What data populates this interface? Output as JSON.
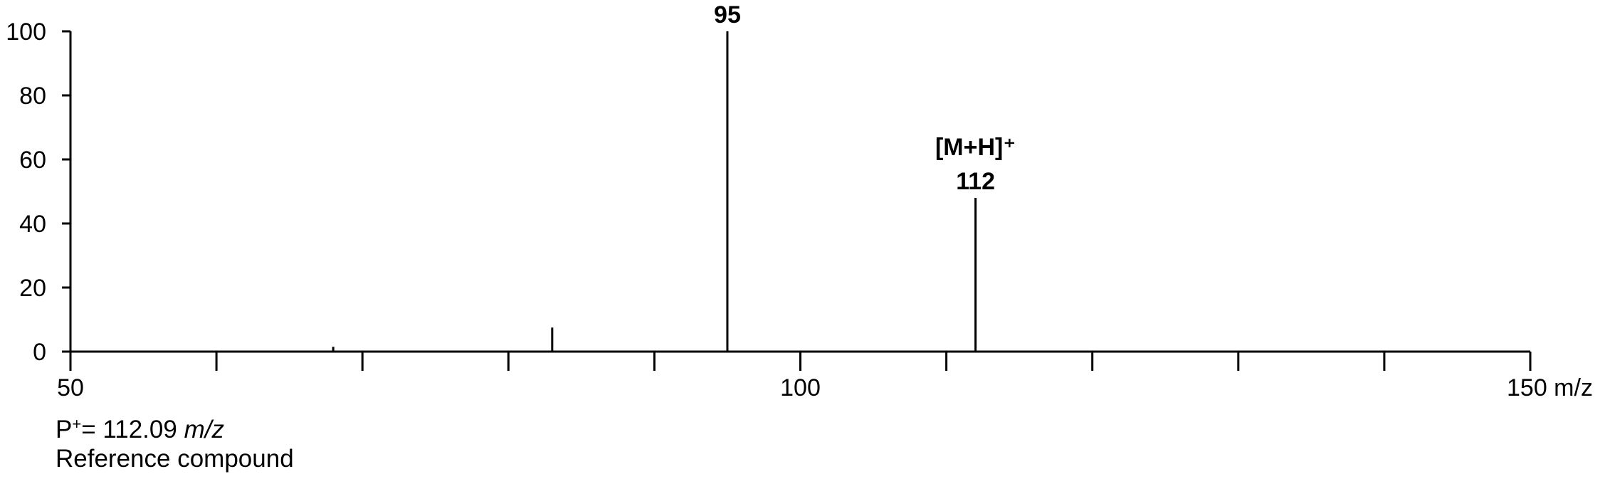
{
  "chart_data": {
    "type": "bar",
    "subtype": "mass-spectrum",
    "x": [
      68,
      83,
      95,
      112
    ],
    "values": [
      1.5,
      7.5,
      100,
      48
    ],
    "xlim": [
      50,
      150
    ],
    "ylim": [
      0,
      100
    ],
    "x_tick_labels": [
      "50",
      "100",
      "150 m/z"
    ],
    "x_minor_step": 10,
    "y_ticks": [
      "0",
      "20",
      "40",
      "60",
      "80",
      "100"
    ],
    "peak_labels": [
      {
        "x": 95,
        "lines": [
          "95"
        ]
      },
      {
        "x": 112,
        "lines": [
          "[M+H]⁺",
          "112"
        ]
      }
    ],
    "grid": false,
    "legend": "none"
  },
  "notes": {
    "parent_ion_prefix": "P",
    "parent_ion_sup": "+",
    "parent_ion_value": "= 112.09 ",
    "parent_ion_unit": "m/z",
    "compound_label": "Reference compound"
  }
}
